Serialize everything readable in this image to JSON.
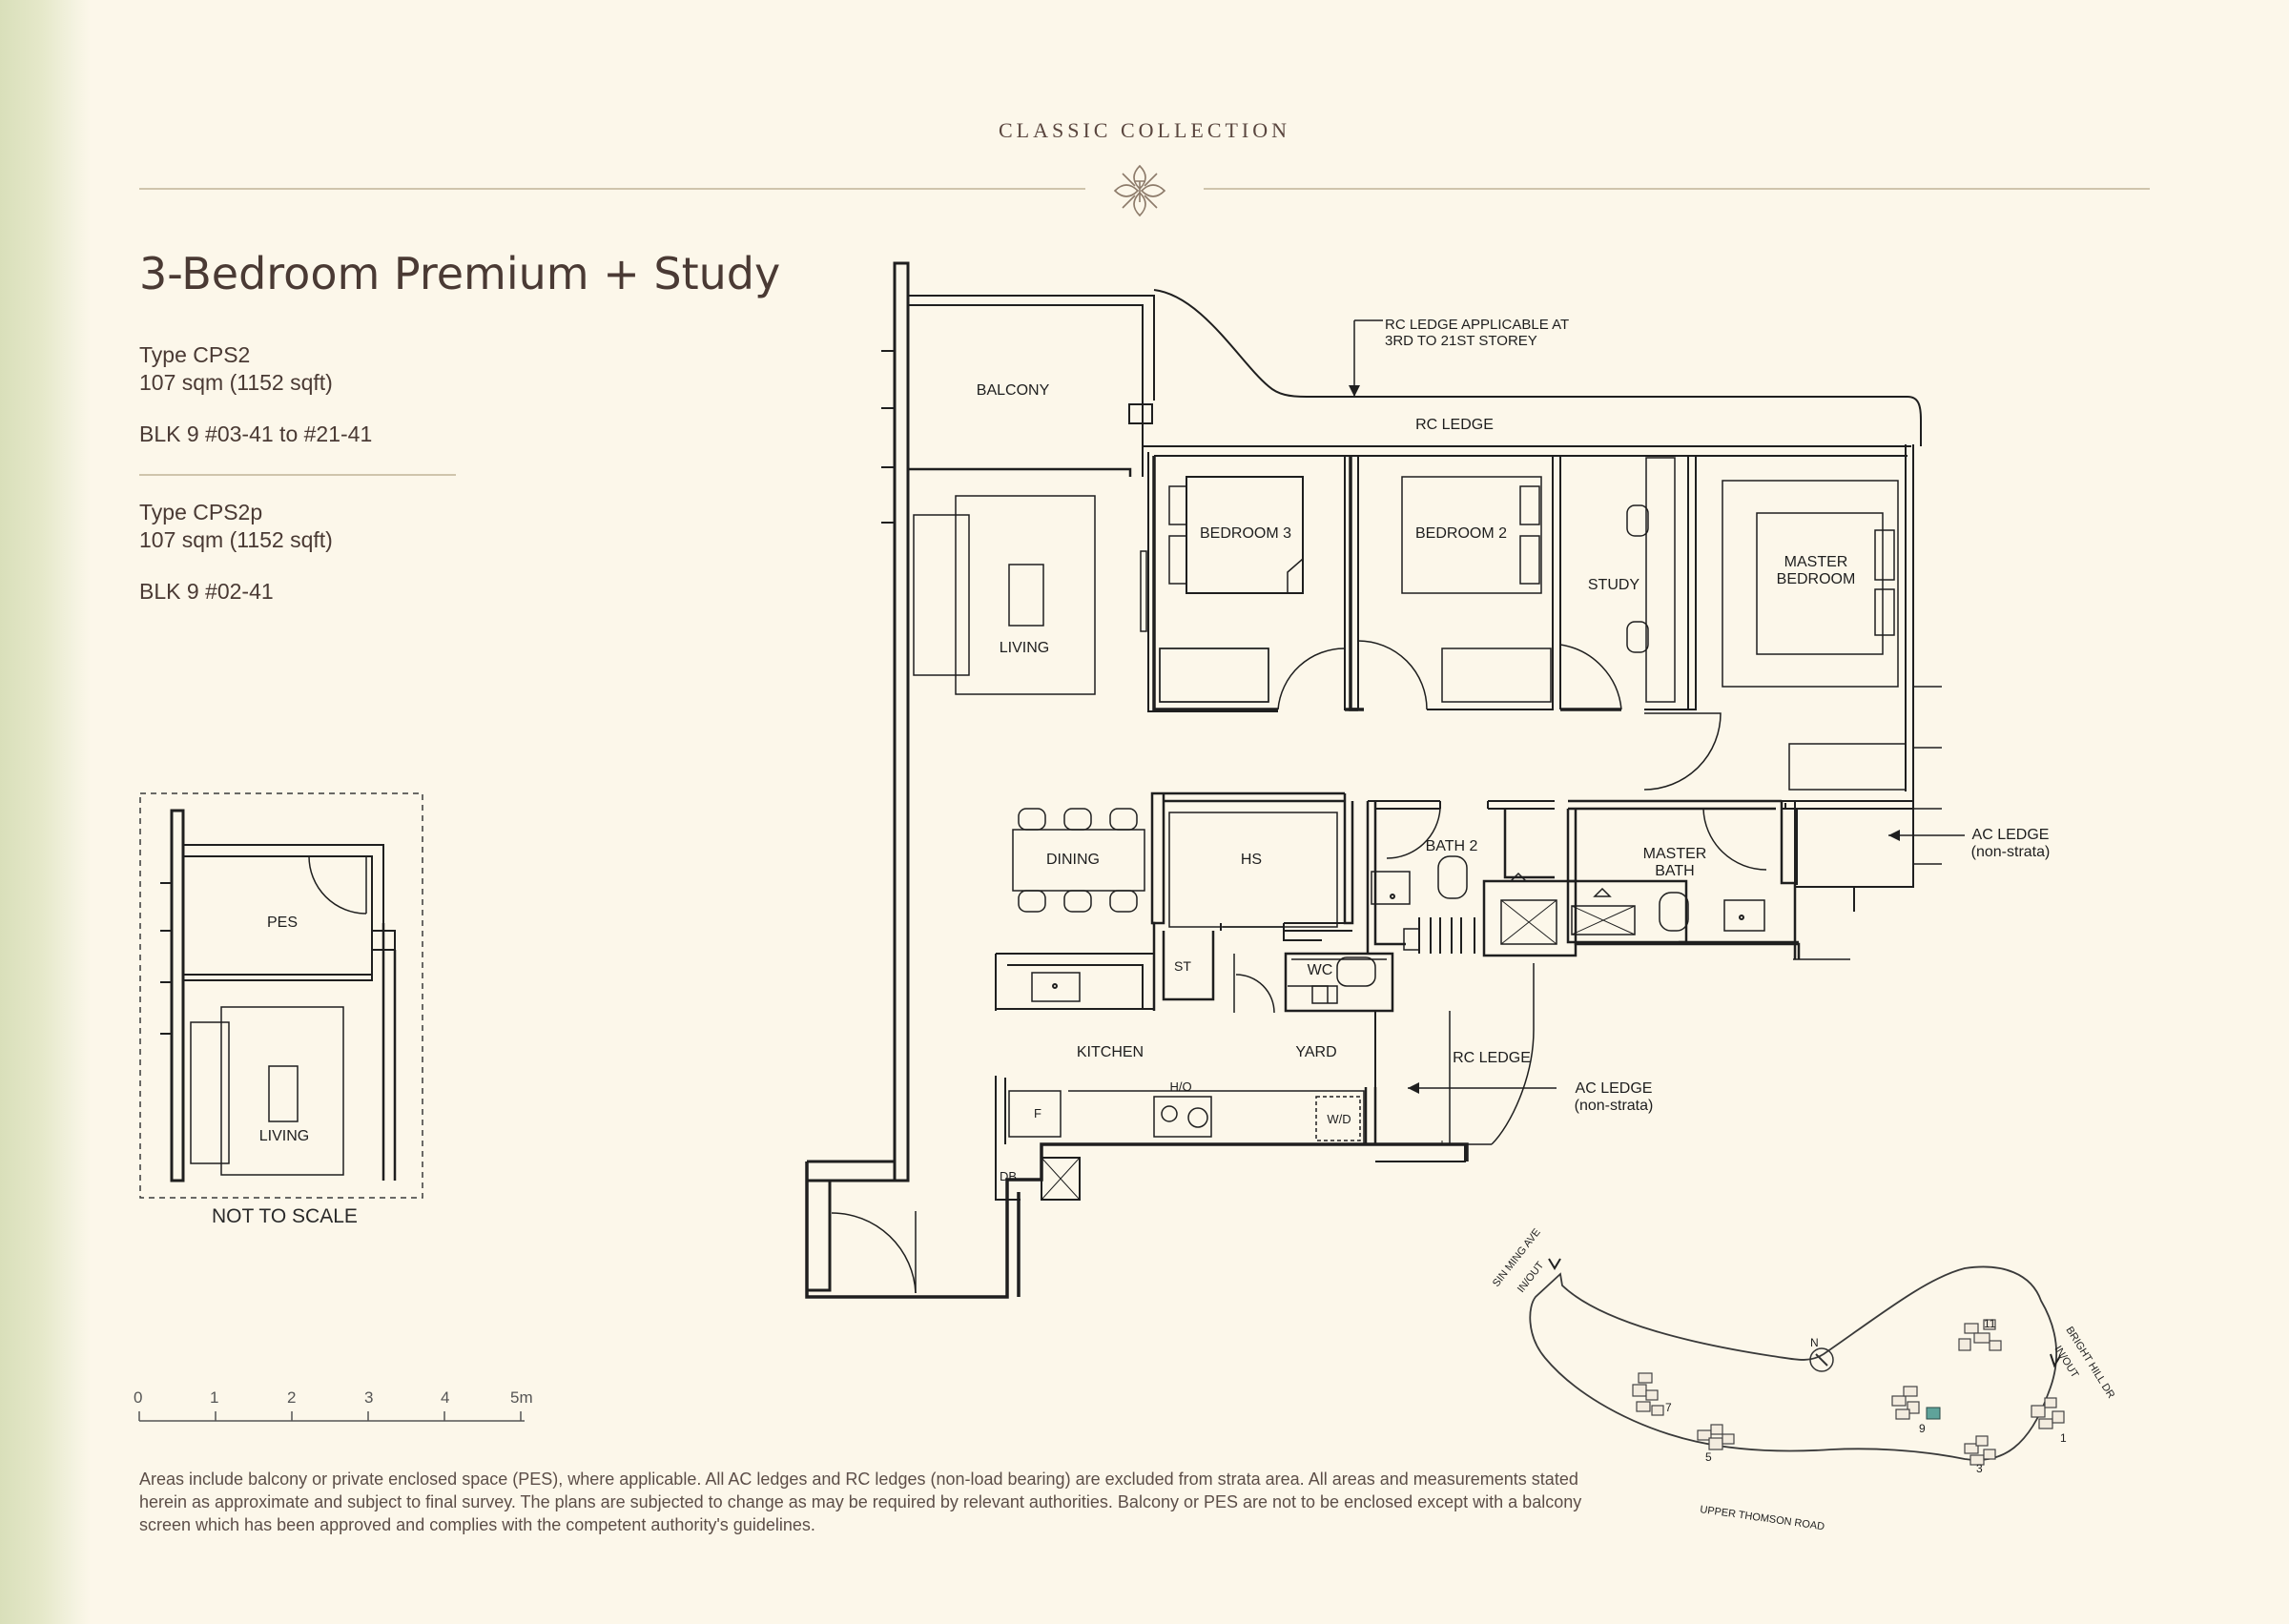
{
  "header": {
    "collection": "CLASSIC COLLECTION"
  },
  "unit": {
    "title": "3-Bedroom Premium + Study",
    "type_a": {
      "type": "Type CPS2",
      "area": "107 sqm (1152 sqft)",
      "units": "BLK 9 #03-41 to #21-41"
    },
    "type_b": {
      "type": "Type CPS2p",
      "area": "107 sqm (1152 sqft)",
      "units": "BLK 9 #02-41"
    }
  },
  "plan_labels": {
    "rc_ledge_note_1": "RC LEDGE APPLICABLE AT",
    "rc_ledge_note_2": "3RD TO 21ST STOREY",
    "rc_ledge": "RC LEDGE",
    "balcony": "BALCONY",
    "living": "LIVING",
    "bedroom3": "BEDROOM 3",
    "bedroom2": "BEDROOM 2",
    "study": "STUDY",
    "master_bedroom_1": "MASTER",
    "master_bedroom_2": "BEDROOM",
    "ac_ledge": "AC LEDGE",
    "non_strata": "(non-strata)",
    "dining": "DINING",
    "hs": "HS",
    "bath2": "BATH 2",
    "master_bath_1": "MASTER",
    "master_bath_2": "BATH",
    "st": "ST",
    "wc": "WC",
    "kitchen": "KITCHEN",
    "yard": "YARD",
    "rc_ledge_2": "RC LEDGE",
    "ho": "H/O",
    "f": "F",
    "wd": "W/D",
    "db": "DB"
  },
  "key_plan": {
    "pes": "PES",
    "living": "LIVING",
    "not_to_scale": "NOT TO SCALE"
  },
  "scale": {
    "labels": [
      "0",
      "1",
      "2",
      "3",
      "4",
      "5m"
    ]
  },
  "site_plan": {
    "sin_ming_1": "SIN MING AVE",
    "sin_ming_2": "IN/OUT",
    "bright_hill_1": "BRIGHT HILL DR",
    "bright_hill_2": "IN/OUT",
    "upper_thomson": "UPPER THOMSON ROAD",
    "north": "N",
    "blocks": [
      "11",
      "7",
      "9",
      "5",
      "1",
      "3"
    ],
    "highlight_color": "#5fa39a"
  },
  "disclaimer": "Areas include balcony or private enclosed space (PES), where applicable. All AC ledges and RC ledges (non-load bearing) are excluded from strata area. All areas and measurements stated herein as approximate and subject to final survey. The plans are subjected to change as may be required by relevant authorities. Balcony or PES are not to be enclosed except with a balcony screen which has been approved and complies with the competent authority's guidelines."
}
